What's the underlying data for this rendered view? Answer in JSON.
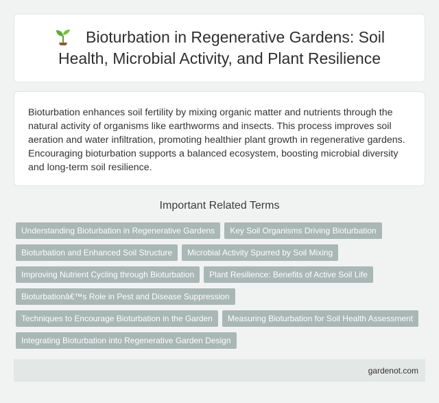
{
  "header": {
    "title": "Bioturbation in Regenerative Gardens: Soil Health, Microbial Activity, and Plant Resilience",
    "icon": "sprout-icon"
  },
  "summary": {
    "text": "Bioturbation enhances soil fertility by mixing organic matter and nutrients through the natural activity of organisms like earthworms and insects. This process improves soil aeration and water infiltration, promoting healthier plant growth in regenerative gardens. Encouraging bioturbation supports a balanced ecosystem, boosting microbial diversity and long-term soil resilience."
  },
  "related": {
    "heading": "Important Related Terms",
    "tags": [
      "Understanding Bioturbation in Regenerative Gardens",
      "Key Soil Organisms Driving Bioturbation",
      "Bioturbation and Enhanced Soil Structure",
      "Microbial Activity Spurred by Soil Mixing",
      "Improving Nutrient Cycling through Bioturbation",
      "Plant Resilience: Benefits of Active Soil Life",
      "Bioturbationâ€™s Role in Pest and Disease Suppression",
      "Techniques to Encourage Bioturbation in the Garden",
      "Measuring Bioturbation for Soil Health Assessment",
      "Integrating Bioturbation into Regenerative Garden Design"
    ]
  },
  "footer": {
    "site": "gardenot.com"
  },
  "colors": {
    "background": "#f1f3f2",
    "tag": "#a9b7b5",
    "footer": "#e3e7e5"
  }
}
